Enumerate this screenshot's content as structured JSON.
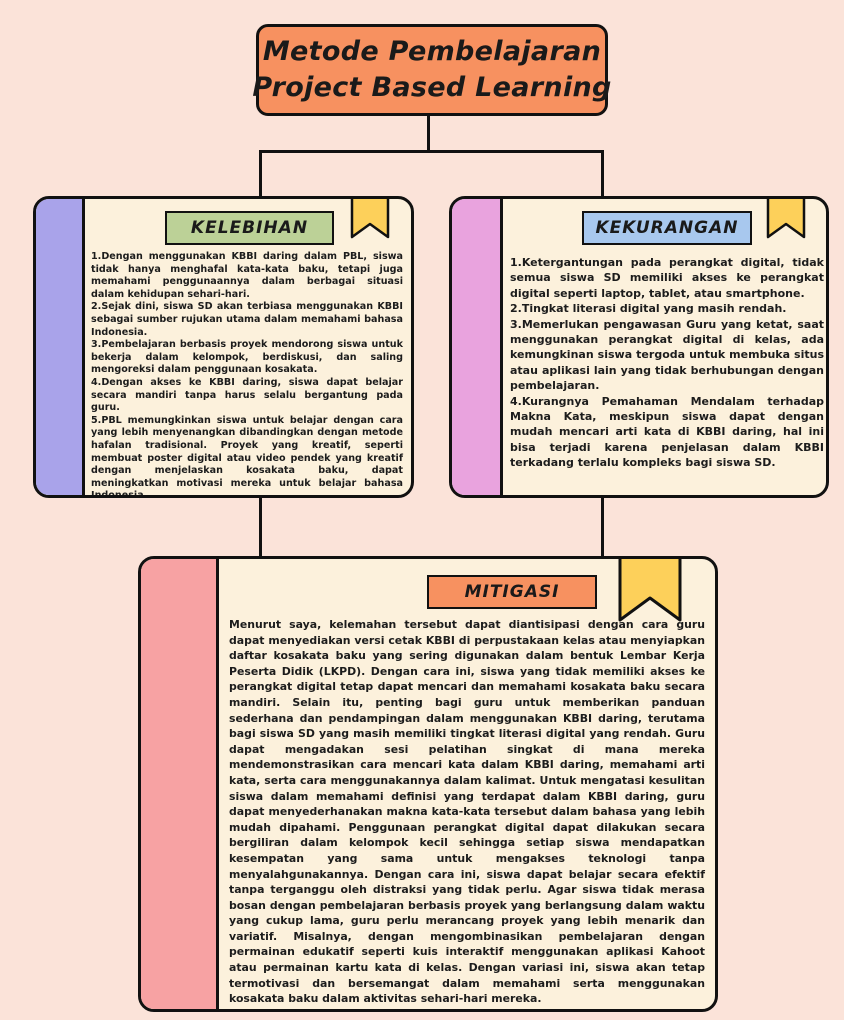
{
  "title": {
    "line1": "Metode Pembelajaran",
    "line2": "Project Based Learning"
  },
  "kelebihan": {
    "heading": "KELEBIHAN",
    "items": [
      "1.Dengan menggunakan KBBI daring dalam PBL, siswa tidak hanya menghafal kata-kata baku, tetapi juga memahami penggunaannya dalam berbagai situasi dalam kehidupan sehari-hari.",
      "2.Sejak dini, siswa SD akan terbiasa menggunakan KBBI sebagai sumber rujukan utama dalam memahami bahasa Indonesia.",
      "3.Pembelajaran berbasis proyek mendorong siswa untuk bekerja dalam kelompok, berdiskusi, dan saling mengoreksi dalam penggunaan kosakata.",
      "4.Dengan akses ke KBBI daring, siswa dapat belajar secara mandiri tanpa harus selalu bergantung pada guru.",
      "5.PBL memungkinkan siswa untuk belajar dengan cara yang lebih menyenangkan dibandingkan dengan metode hafalan tradisional. Proyek yang kreatif, seperti membuat poster digital atau video pendek yang kreatif dengan menjelaskan kosakata baku, dapat meningkatkan motivasi mereka untuk belajar bahasa Indonesia."
    ],
    "colors": {
      "stripe": "#a9a3ea",
      "badge": "#bcd197"
    }
  },
  "kekurangan": {
    "heading": "KEKURANGAN",
    "items": [
      "1.Ketergantungan pada perangkat digital, tidak semua siswa SD memiliki akses ke perangkat digital seperti laptop, tablet, atau smartphone.",
      "2.Tingkat literasi digital yang masih rendah.",
      "3.Memerlukan pengawasan Guru yang ketat, saat menggunakan perangkat digital di kelas, ada kemungkinan siswa tergoda untuk membuka situs atau aplikasi lain yang tidak berhubungan dengan pembelajaran.",
      "4.Kurangnya Pemahaman Mendalam terhadap Makna Kata, meskipun siswa dapat dengan mudah mencari arti kata di KBBI daring, hal ini bisa terjadi karena penjelasan dalam KBBI terkadang terlalu kompleks bagi siswa SD."
    ],
    "colors": {
      "stripe": "#e9a3de",
      "badge": "#a8c8ee"
    }
  },
  "mitigasi": {
    "heading": "MITIGASI",
    "text": "Menurut saya, kelemahan tersebut dapat diantisipasi dengan cara guru dapat menyediakan versi cetak KBBI di perpustakaan kelas atau menyiapkan daftar kosakata baku yang sering digunakan dalam bentuk Lembar Kerja Peserta Didik (LKPD). Dengan cara ini, siswa yang tidak memiliki akses ke perangkat digital tetap dapat mencari dan memahami kosakata baku secara mandiri. Selain itu, penting bagi guru untuk memberikan panduan sederhana dan pendampingan dalam menggunakan KBBI daring, terutama bagi siswa SD yang masih memiliki tingkat literasi digital yang rendah. Guru dapat mengadakan sesi pelatihan singkat di mana mereka mendemonstrasikan cara mencari kata dalam KBBI daring, memahami arti kata, serta cara menggunakannya dalam kalimat. Untuk mengatasi kesulitan siswa dalam memahami definisi yang terdapat dalam KBBI daring, guru dapat menyederhanakan makna kata-kata tersebut dalam bahasa yang lebih mudah dipahami. Penggunaan perangkat digital dapat dilakukan secara bergiliran dalam kelompok kecil sehingga setiap siswa mendapatkan kesempatan yang sama untuk mengakses teknologi tanpa menyalahgunakannya. Dengan cara ini, siswa dapat belajar secara efektif tanpa terganggu oleh distraksi yang tidak perlu. Agar siswa tidak merasa bosan dengan pembelajaran berbasis proyek yang berlangsung dalam waktu yang cukup lama, guru perlu merancang proyek yang lebih menarik dan variatif. Misalnya, dengan mengombinasikan pembelajaran dengan permainan edukatif seperti kuis interaktif menggunakan aplikasi Kahoot atau permainan kartu kata di kelas. Dengan variasi ini, siswa akan tetap termotivasi dan bersemangat dalam memahami serta menggunakan kosakata baku dalam aktivitas sehari-hari mereka.",
    "colors": {
      "stripe": "#f7a2a3",
      "badge": "#f79160"
    }
  },
  "colors": {
    "background": "#fbe3d9",
    "title": "#f79160",
    "card": "#fcf1dc",
    "ribbon": "#fdd05a"
  }
}
